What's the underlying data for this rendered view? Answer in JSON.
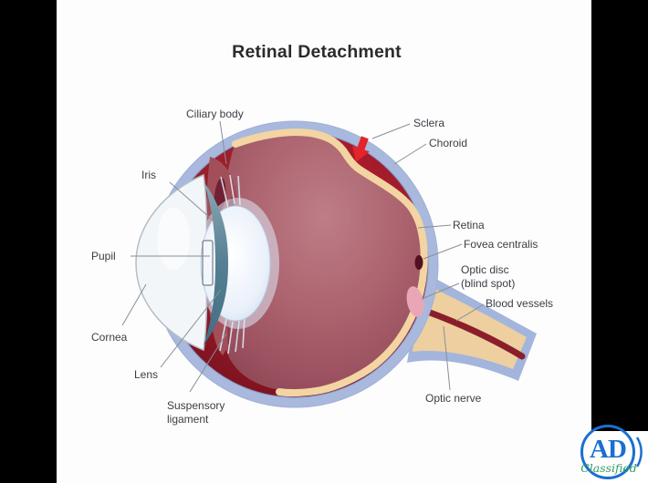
{
  "title": "Retinal Detachment",
  "labels": {
    "ciliary_body": "Ciliary body",
    "iris": "Iris",
    "pupil": "Pupil",
    "cornea": "Cornea",
    "lens": "Lens",
    "suspensory_line1": "Suspensory",
    "suspensory_line2": "ligament",
    "sclera": "Sclera",
    "choroid": "Choroid",
    "retina": "Retina",
    "fovea_centralis": "Fovea centralis",
    "optic_disc_line1": "Optic disc",
    "optic_disc_line2": "(blind spot)",
    "blood_vessels": "Blood vessels",
    "optic_nerve": "Optic nerve"
  },
  "watermark": {
    "initials": "AD",
    "name": "Classified"
  },
  "colors": {
    "background": "#fdfdfd",
    "letterbox": "#000000",
    "sclera_blue": "#a8b9dd",
    "choroid_dark_red": "#97202d",
    "retina_tan": "#f3d4a3",
    "vitreous_mauve": "#a86470",
    "detachment_arrow_red": "#e3242b",
    "optic_disc_pink": "#eaa6b6",
    "iris_teal": "#4f7d92",
    "logo_blue": "#1a6fd0",
    "logo_green": "#2f9e5f",
    "label_text": "#3a3e44"
  }
}
